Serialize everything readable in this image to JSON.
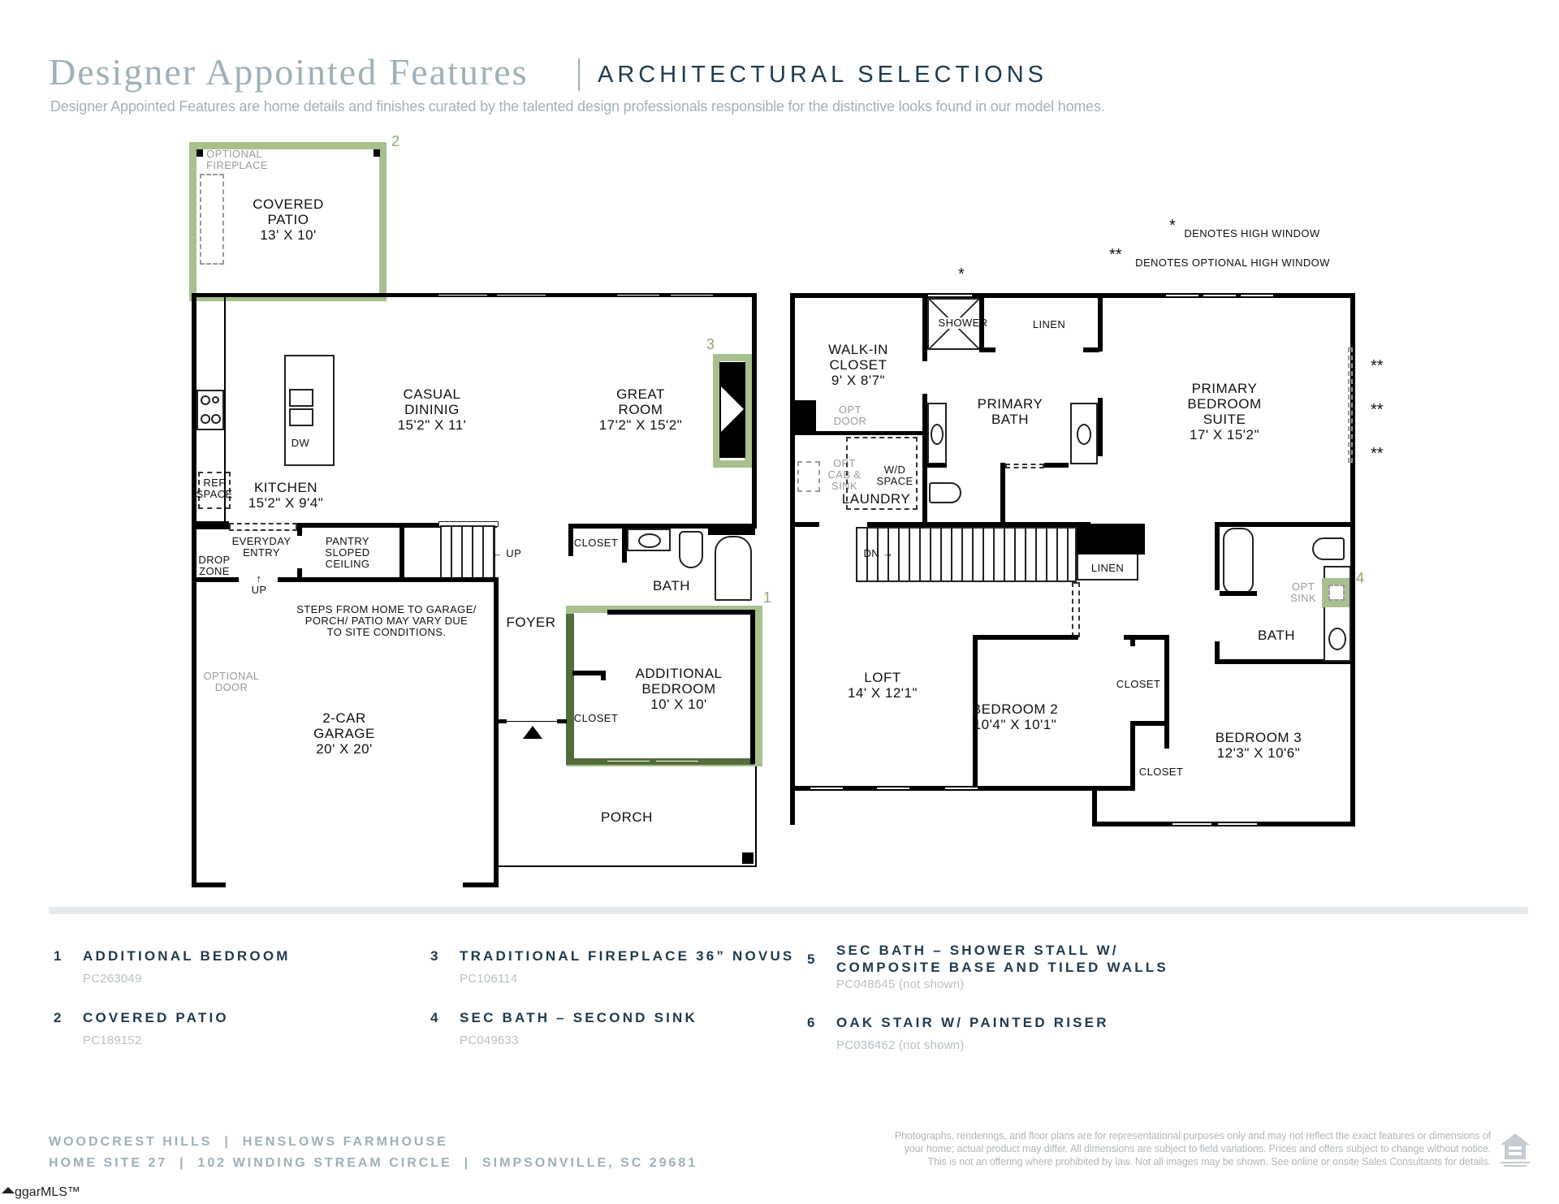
{
  "header": {
    "title": "Designer Appointed Features",
    "section": "ARCHITECTURAL SELECTIONS",
    "subtitle": "Designer Appointed Features are home details and finishes curated by the talented design professionals responsible for the distinctive looks found in our model homes."
  },
  "first_floor": {
    "covered_patio": {
      "name1": "COVERED",
      "name2": "PATIO",
      "dims": "13' X 10'"
    },
    "optional_fireplace": {
      "line1": "OPTIONAL",
      "line2": "FIREPLACE"
    },
    "casual_dining": {
      "name1": "CASUAL",
      "name2": "DININIG",
      "dims": "15'2\" X 11'"
    },
    "great_room": {
      "name1": "GREAT",
      "name2": "ROOM",
      "dims": "17'2\" X 15'2\""
    },
    "kitchen": {
      "name": "KITCHEN",
      "dims": "15'2\" X 9'4\""
    },
    "dw": "DW",
    "ref_space": {
      "line1": "REF",
      "line2": "SPACE"
    },
    "everyday_entry": {
      "line1": "EVERYDAY",
      "line2": "ENTRY"
    },
    "drop_zone": {
      "line1": "DROP",
      "line2": "ZONE"
    },
    "pantry": {
      "line1": "PANTRY",
      "line2": "SLOPED",
      "line3": "CEILING"
    },
    "up_stairs": "UP",
    "up_garage": "UP",
    "closet_hall": "CLOSET",
    "bath": "BATH",
    "foyer": "FOYER",
    "garage_note": {
      "line1": "STEPS FROM HOME TO GARAGE/",
      "line2": "PORCH/ PATIO MAY VARY DUE",
      "line3": "TO SITE CONDITIONS."
    },
    "optional_door": {
      "line1": "OPTIONAL",
      "line2": "DOOR"
    },
    "garage": {
      "name1": "2-CAR",
      "name2": "GARAGE",
      "dims": "20' X 20'"
    },
    "additional_bedroom": {
      "name1": "ADDITIONAL",
      "name2": "BEDROOM",
      "dims": "10' X 10'"
    },
    "closet_bedroom": "CLOSET",
    "porch": "PORCH"
  },
  "second_floor": {
    "legend_high": "DENOTES HIGH WINDOW",
    "legend_opt_high": "DENOTES OPTIONAL HIGH WINDOW",
    "star_single": "*",
    "star_double": "**",
    "walk_in_closet": {
      "name1": "WALK-IN",
      "name2": "CLOSET",
      "dims": "9' X 8'7\""
    },
    "shower": "SHOWER",
    "linen_top": "LINEN",
    "primary_bath": {
      "name1": "PRIMARY",
      "name2": "BATH"
    },
    "primary_suite": {
      "name1": "PRIMARY",
      "name2": "BEDROOM",
      "name3": "SUITE",
      "dims": "17' X 15'2\""
    },
    "opt_door": {
      "line1": "OPT",
      "line2": "DOOR"
    },
    "opt_cab_sink": {
      "line1": "OPT",
      "line2": "CAB &",
      "line3": "SINK"
    },
    "wd_space": {
      "line1": "W/D",
      "line2": "SPACE"
    },
    "laundry": "LAUNDRY",
    "dn": "DN",
    "linen_hall": "LINEN",
    "loft": {
      "name": "LOFT",
      "dims": "14' X 12'1\""
    },
    "bedroom2": {
      "name": "BEDROOM 2",
      "dims": "10'4\" X 10'1\""
    },
    "closet_b2": "CLOSET",
    "closet_b3": "CLOSET",
    "bedroom3": {
      "name": "BEDROOM 3",
      "dims": "12'3\" X 10'6\""
    },
    "bath": "BATH",
    "opt_sink": {
      "line1": "OPT",
      "line2": "SINK"
    }
  },
  "callouts": [
    "1",
    "2",
    "3",
    "4"
  ],
  "legend": [
    {
      "num": "1",
      "title": "ADDITIONAL BEDROOM",
      "code": "PC263049"
    },
    {
      "num": "2",
      "title": "COVERED PATIO",
      "code": "PC189152"
    },
    {
      "num": "3",
      "title": "TRADITIONAL FIREPLACE 36” NOVUS",
      "code": "PC106114"
    },
    {
      "num": "4",
      "title": "SEC BATH – SECOND SINK",
      "code": "PC049633"
    },
    {
      "num": "5",
      "title_line1": "SEC BATH – SHOWER STALL W/",
      "title_line2": "COMPOSITE BASE AND TILED WALLS",
      "code": "PC048645 (not shown)"
    },
    {
      "num": "6",
      "title": "OAK STAIR W/ PAINTED RISER",
      "code": "PC036462 (not shown)"
    }
  ],
  "footer": {
    "line1": "WOODCREST HILLS  |  HENSLOWS FARMHOUSE",
    "line2": "HOME SITE 27  |  102 WINDING STREAM CIRCLE  |  SIMPSONVILLE, SC 29681",
    "disclaimer1": "Photographs, renderings, and floor plans are for representational purposes only and may not reflect the exact features or dimensions of",
    "disclaimer2": "your home; actual product may differ. All dimensions are subject to field variations. Prices and offers subject to change without notice.",
    "disclaimer3": "This is not an offering where prohibited by law. Not all images may be shown. See online or onsite Sales Consultants for details.",
    "equal_housing_icon": "equal-housing-opportunity-icon",
    "watermark": "ggarMLS™"
  },
  "colors": {
    "accent_green": "#a9c08e",
    "accent_green_dark": "#556b3a",
    "title_grey": "#9fb0b8",
    "navy": "#1f3a4d"
  }
}
